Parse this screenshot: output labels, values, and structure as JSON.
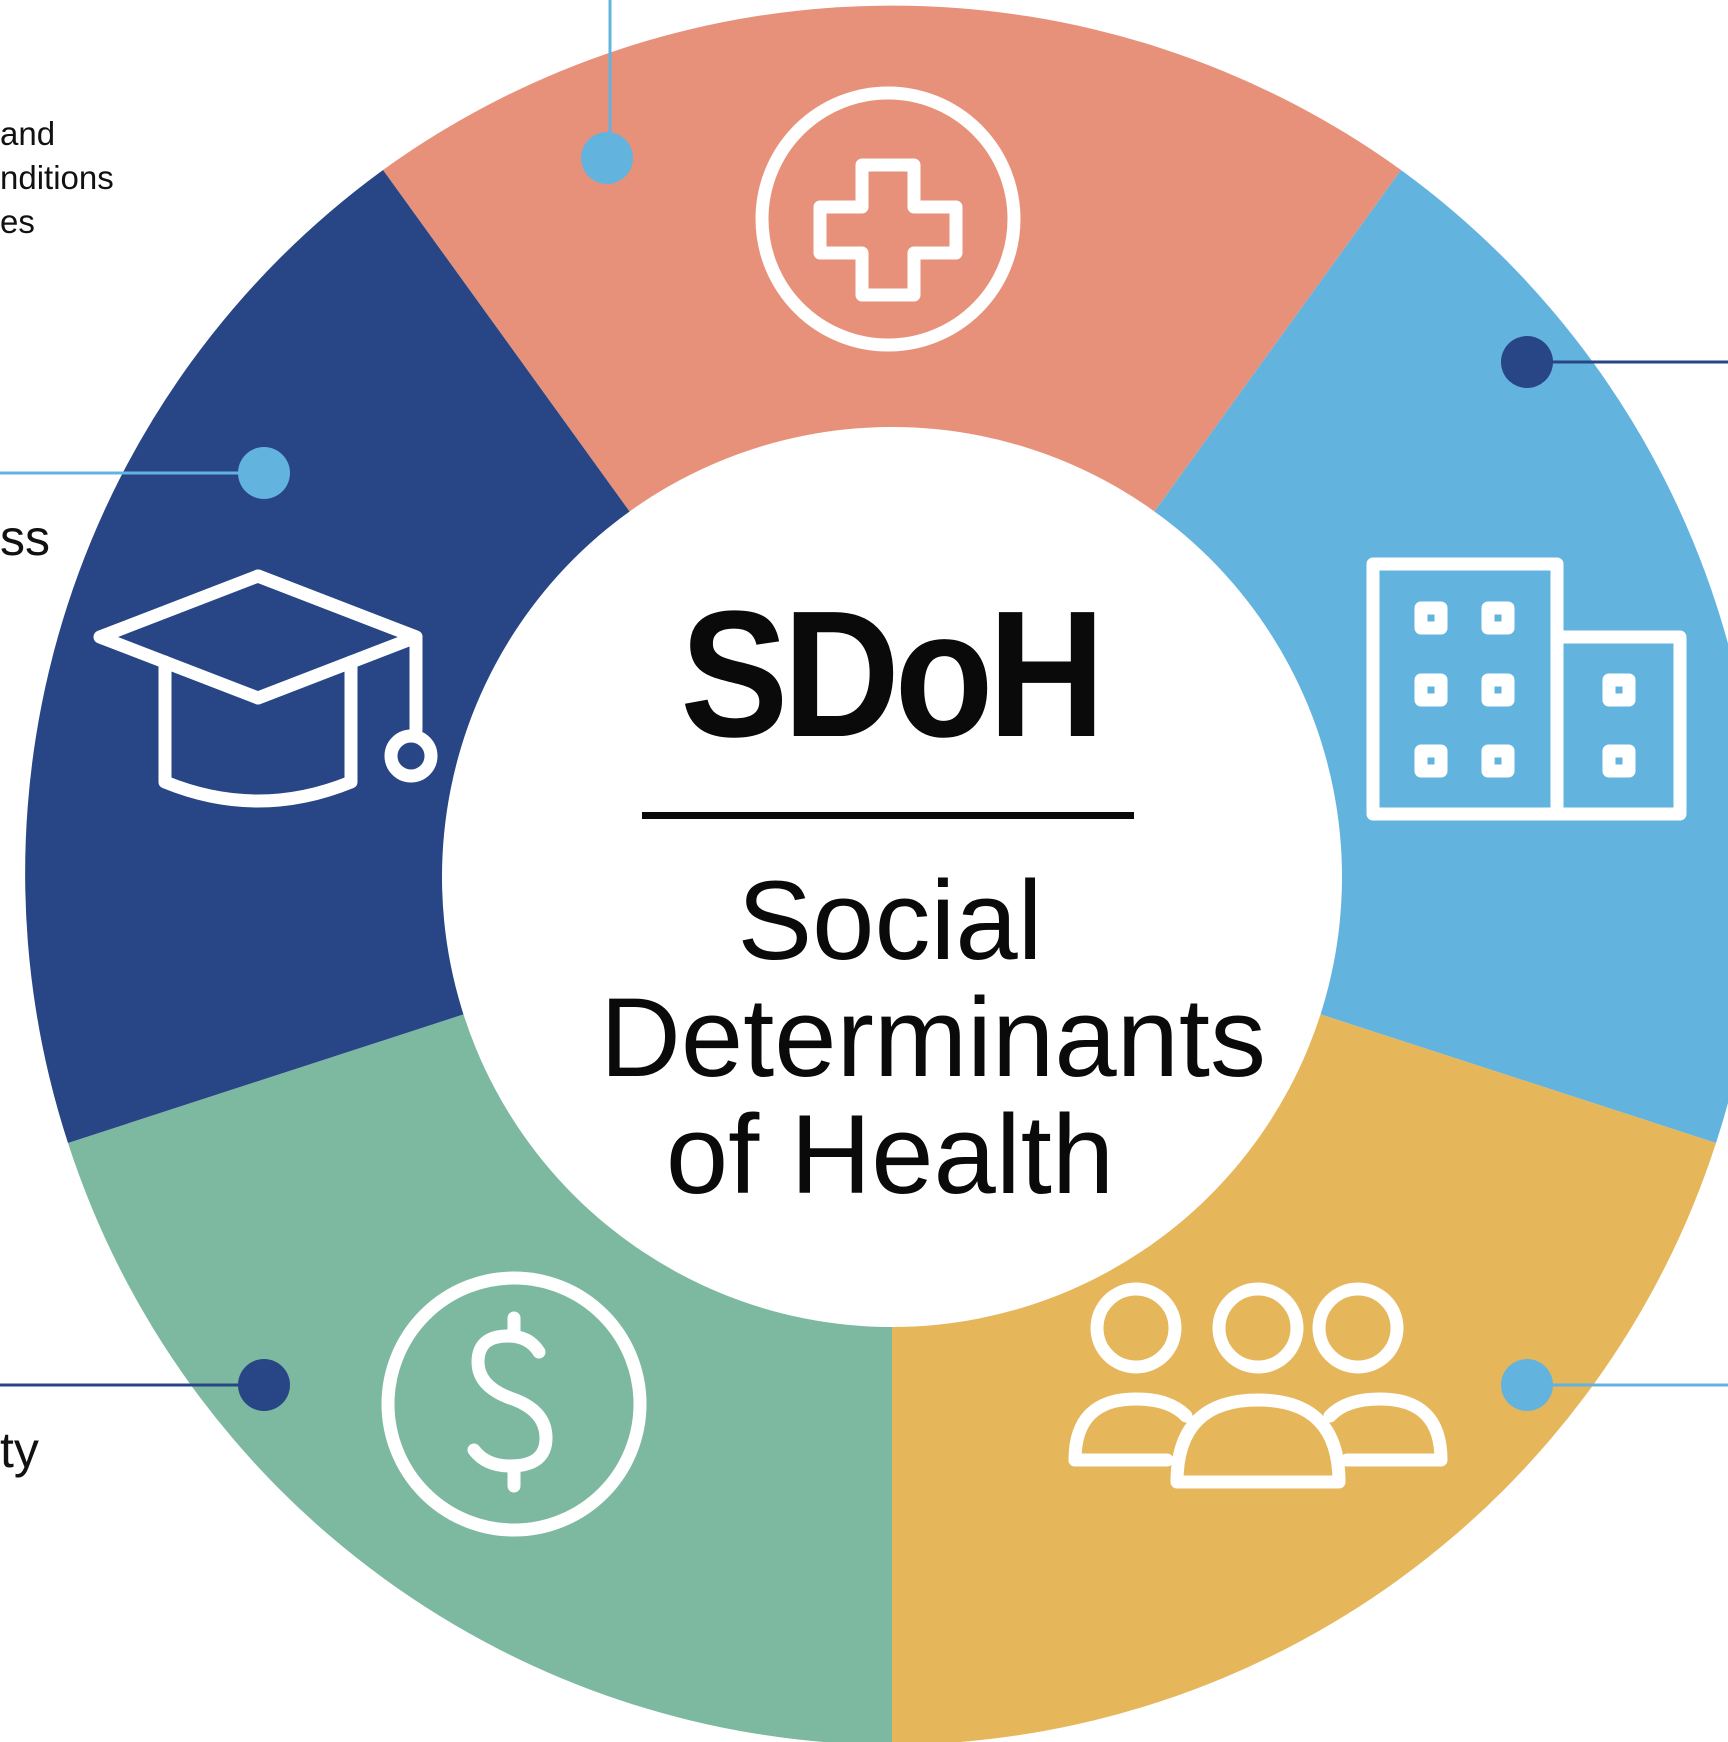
{
  "center": {
    "abbreviation": "SDoH",
    "title_lines": [
      "Social",
      "Determinants",
      "of Health"
    ]
  },
  "side_labels": {
    "top_left_lines": [
      "and",
      "nditions",
      "es"
    ],
    "mid_left": "ss",
    "bottom_left": "ty"
  },
  "segments": [
    {
      "name": "health-care",
      "color": "#E7917A",
      "icon": "medical-cross-icon"
    },
    {
      "name": "neighborhood",
      "color": "#63B3DF",
      "icon": "buildings-icon"
    },
    {
      "name": "community",
      "color": "#E5B65A",
      "icon": "people-group-icon"
    },
    {
      "name": "economic",
      "color": "#7DB9A0",
      "icon": "dollar-icon"
    },
    {
      "name": "education",
      "color": "#284585",
      "icon": "graduation-cap-icon"
    }
  ],
  "colors": {
    "connector_light": "#63B3DF",
    "connector_dark": "#284585",
    "icon_stroke": "#ffffff",
    "text": "#0a0a0a"
  }
}
